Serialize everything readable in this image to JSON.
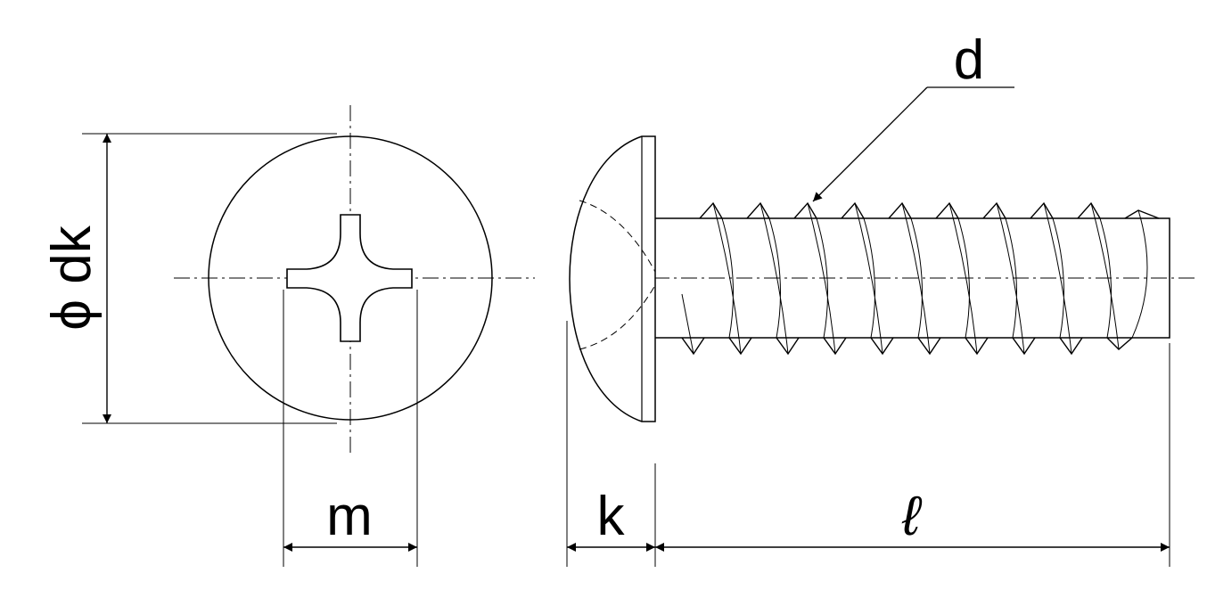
{
  "labels": {
    "head_diameter": "ϕ dk",
    "slot_width": "m",
    "head_height": "k",
    "length": "ℓ",
    "thread_diameter": "d"
  }
}
